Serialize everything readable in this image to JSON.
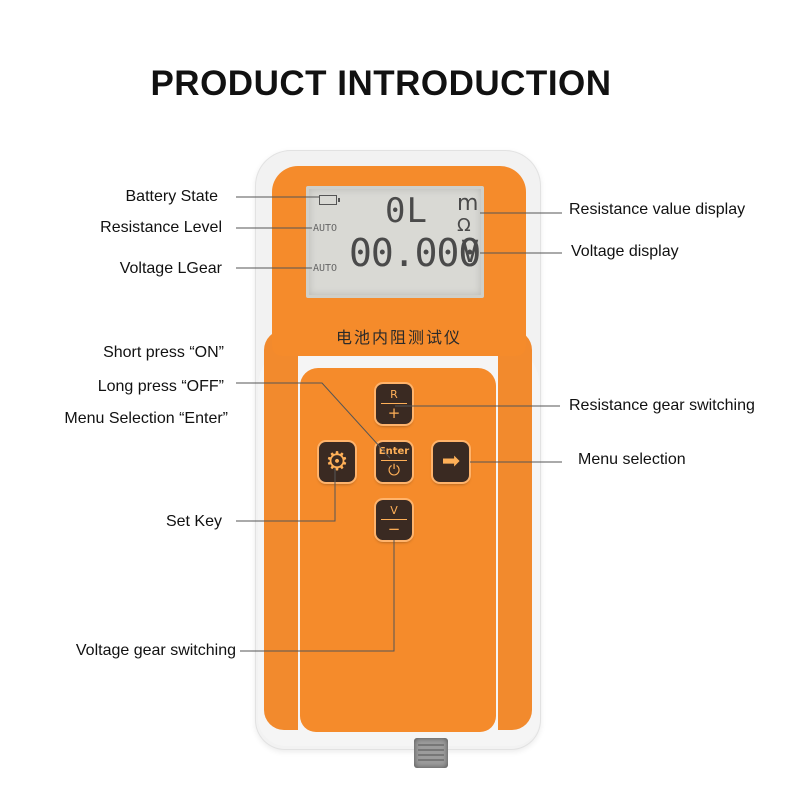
{
  "title": "PRODUCT INTRODUCTION",
  "display": {
    "auto_resistance": "AUTO",
    "auto_voltage": "AUTO",
    "resistance_reading": "0L",
    "resistance_unit_prefix": "m",
    "resistance_unit": "Ω",
    "voltage_reading": "00.000",
    "voltage_unit": "V",
    "device_name": "电池内阻测试仪"
  },
  "keys": {
    "r_top": "R",
    "r_bottom": "+",
    "enter_label": "Enter",
    "enter_power_icon": "⏻",
    "set_icon": "⚙",
    "menu_arrow_icon": "➡",
    "v_top": "V",
    "v_bottom": "−"
  },
  "labels": {
    "battery_state": "Battery State",
    "resistance_level": "Resistance Level",
    "voltage_lgear": "Voltage LGear",
    "short_press": "Short press “ON”",
    "long_press": "Long press “OFF”",
    "menu_enter": "Menu Selection “Enter”",
    "set_key": "Set Key",
    "voltage_gear": "Voltage gear switching",
    "resistance_value_display": "Resistance value display",
    "voltage_display": "Voltage display",
    "resistance_gear": "Resistance gear switching",
    "menu_selection": "Menu selection"
  },
  "colors": {
    "body_orange": "#f58b2b",
    "key_dark": "#3a2a22",
    "key_glyph": "#ffb058",
    "shell_white": "#f2f2f2"
  }
}
